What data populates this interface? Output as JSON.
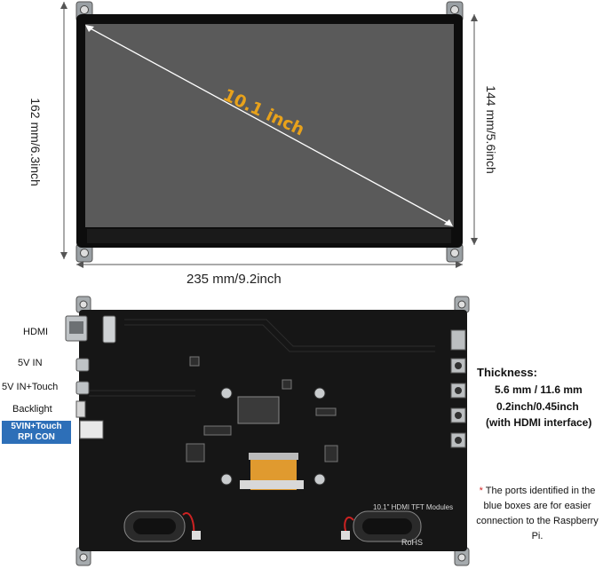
{
  "front": {
    "diagonal_label": "10.1 inch",
    "height_label": "162 mm/6.3inch",
    "active_height_label": "144 mm/5.6inch",
    "width_label": "235 mm/9.2inch"
  },
  "ports": {
    "hdmi": "HDMI",
    "five_v_in": "5V IN",
    "five_v_touch": "5V IN+Touch",
    "backlight": "Backlight",
    "rpi_con_line1": "5VIN+Touch",
    "rpi_con_line2": "RPI CON",
    "rpi_box_color": "#2d6fb8"
  },
  "board": {
    "silkscreen": "10.1\" HDMI TFT Modules",
    "rohs": "RoHS"
  },
  "thickness": {
    "title": "Thickness:",
    "mm": "5.6 mm / 11.6 mm",
    "inch": "0.2inch/0.45inch",
    "note": "(with HDMI interface)"
  },
  "footnote": {
    "star": "*",
    "text": "The ports identified in the blue boxes are for easier connection to the Raspberry Pi."
  },
  "colors": {
    "diagonal_text": "#e8a21b",
    "star": "#d12a2a"
  }
}
